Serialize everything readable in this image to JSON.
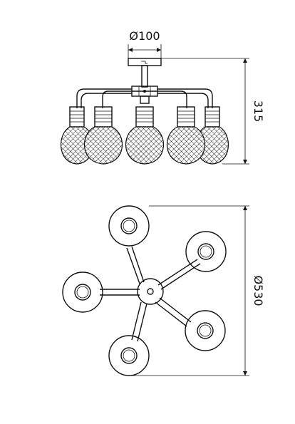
{
  "dimensions": {
    "canopy_diameter": "Ø100",
    "height": "315",
    "overall_diameter": "Ø530"
  },
  "views": {
    "side": {
      "bulb_count": 5
    },
    "top": {
      "arm_count": 5
    }
  }
}
